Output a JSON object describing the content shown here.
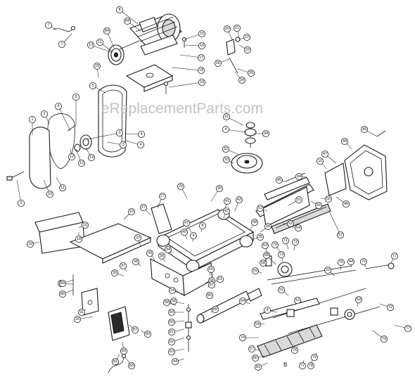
{
  "watermark": "eReplacementParts.com",
  "corner_letter": "B",
  "callouts": [
    "1",
    "2",
    "3",
    "4",
    "5",
    "6",
    "7",
    "8",
    "9",
    "10",
    "11",
    "12",
    "13",
    "14",
    "15",
    "16",
    "17",
    "18",
    "19",
    "20",
    "21",
    "22",
    "23",
    "24",
    "25",
    "26",
    "27",
    "28",
    "29",
    "30",
    "31",
    "32",
    "33",
    "34",
    "35",
    "36",
    "37",
    "38",
    "39",
    "40",
    "41",
    "42",
    "43",
    "44",
    "45",
    "46",
    "47",
    "48",
    "49",
    "50",
    "51",
    "52",
    "53",
    "54",
    "55",
    "56",
    "57",
    "58",
    "59",
    "60",
    "61",
    "62",
    "63",
    "64",
    "65",
    "66",
    "67",
    "68",
    "69",
    "70",
    "71",
    "72",
    "73",
    "74",
    "75",
    "76",
    "77",
    "78",
    "79",
    "80",
    "81",
    "82",
    "83",
    "84",
    "85",
    "86",
    "87",
    "88",
    "89",
    "90",
    "91",
    "92"
  ]
}
